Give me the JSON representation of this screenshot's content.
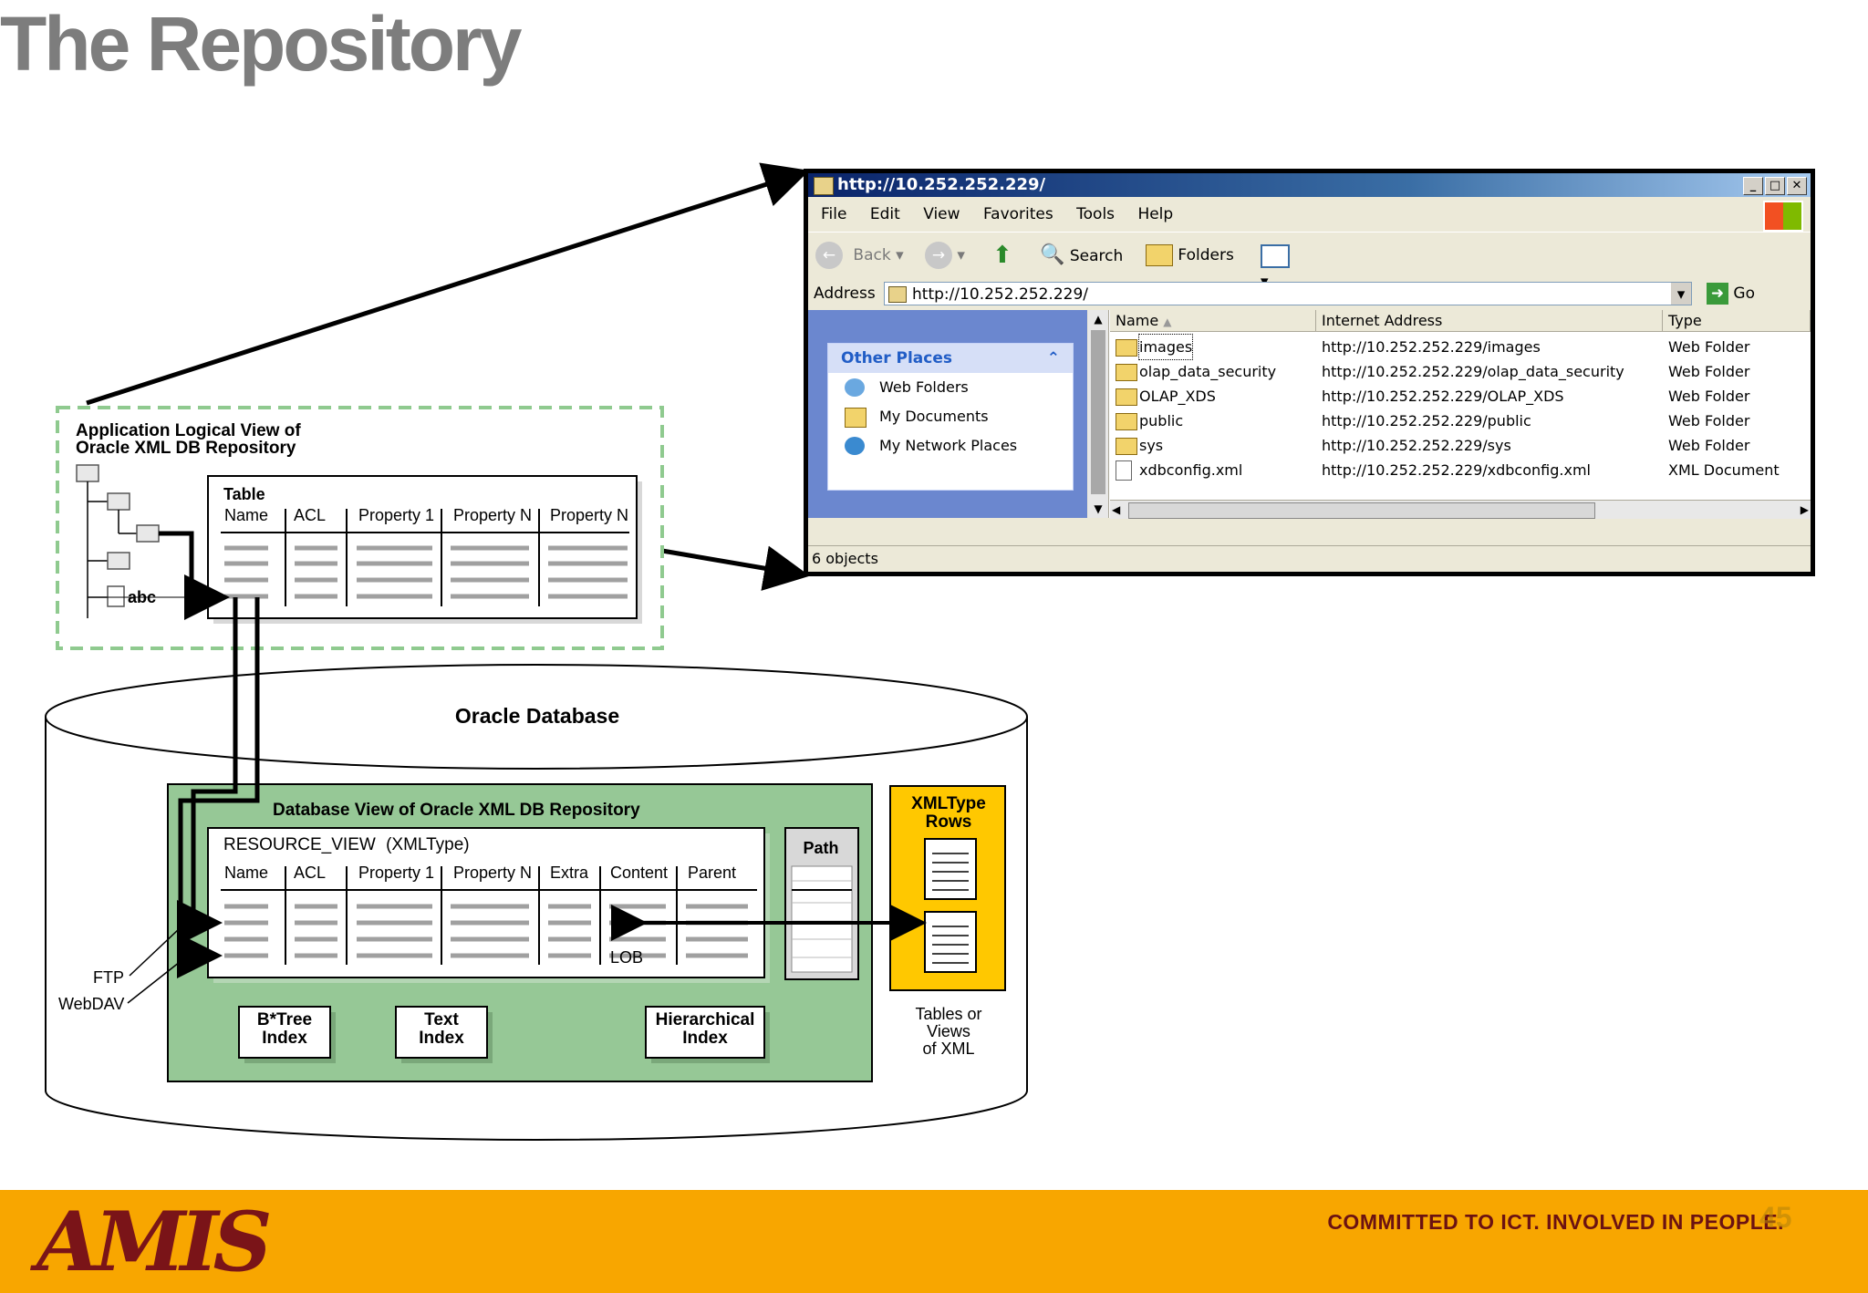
{
  "slide": {
    "title": "The Repository"
  },
  "browser": {
    "title": "http://10.252.252.229/",
    "menu": [
      "File",
      "Edit",
      "View",
      "Favorites",
      "Tools",
      "Help"
    ],
    "toolbar": {
      "back": "Back",
      "search": "Search",
      "folders": "Folders"
    },
    "address_label": "Address",
    "address_value": "http://10.252.252.229/",
    "go_label": "Go",
    "other_places": {
      "title": "Other Places",
      "items": [
        "Web Folders",
        "My Documents",
        "My Network Places"
      ]
    },
    "columns": [
      "Name",
      "Internet Address",
      "Type"
    ],
    "rows": [
      {
        "name": "images",
        "address": "http://10.252.252.229/images",
        "type": "Web Folder",
        "icon": "folder-icon"
      },
      {
        "name": "olap_data_security",
        "address": "http://10.252.252.229/olap_data_security",
        "type": "Web Folder",
        "icon": "folder-icon"
      },
      {
        "name": "OLAP_XDS",
        "address": "http://10.252.252.229/OLAP_XDS",
        "type": "Web Folder",
        "icon": "folder-icon"
      },
      {
        "name": "public",
        "address": "http://10.252.252.229/public",
        "type": "Web Folder",
        "icon": "folder-icon"
      },
      {
        "name": "sys",
        "address": "http://10.252.252.229/sys",
        "type": "Web Folder",
        "icon": "folder-icon"
      },
      {
        "name": "xdbconfig.xml",
        "address": "http://10.252.252.229/xdbconfig.xml",
        "type": "XML Document",
        "icon": "xml-file-icon"
      }
    ],
    "status": "6 objects"
  },
  "diagram": {
    "app_view_title_1": "Application Logical View of",
    "app_view_title_2": "Oracle XML DB Repository",
    "file_label": "abc",
    "table_title": "Table",
    "table_columns": [
      "Name",
      "ACL",
      "Property 1",
      "Property N",
      "Property N"
    ],
    "db_title": "Oracle Database",
    "db_view_title": "Database View of Oracle XML DB Repository",
    "resource_view": "RESOURCE_VIEW",
    "resource_view_type": "(XMLType)",
    "resource_columns": [
      "Name",
      "ACL",
      "Property 1",
      "Property N",
      "Extra",
      "Content",
      "Parent"
    ],
    "lob_label": "LOB",
    "path_label": "Path",
    "xmltype_1": "XMLType",
    "xmltype_2": "Rows",
    "tables_note_1": "Tables or",
    "tables_note_2": "Views",
    "tables_note_3": "of XML",
    "ftp": "FTP",
    "webdav": "WebDAV",
    "indexes": [
      {
        "line1": "B*Tree",
        "line2": "Index"
      },
      {
        "line1": "Text",
        "line2": "Index"
      },
      {
        "line1": "Hierarchical",
        "line2": "Index"
      }
    ]
  },
  "footer": {
    "logo": "AMIS",
    "tagline": "COMMITTED TO ICT. INVOLVED IN PEOPLE.",
    "page": "45"
  },
  "colors": {
    "footer_bg": "#f8a600",
    "db_view_green": "#96c896",
    "xmltype_yellow": "#ffc800",
    "title_gray": "#7d7d7d",
    "tagline_maroon": "#6b1212"
  }
}
